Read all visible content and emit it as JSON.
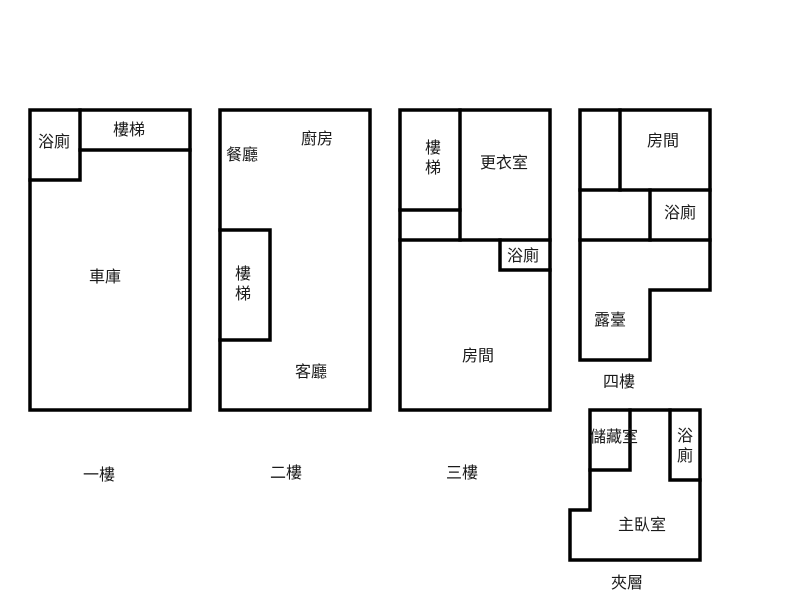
{
  "colors": {
    "wall": "#000000",
    "text": "#1a1a1a",
    "background": "#ffffff"
  },
  "floors": {
    "f1": {
      "label": "一樓",
      "rooms": {
        "bath": "浴廁",
        "stairs": "樓梯",
        "garage": "車庫"
      }
    },
    "f2": {
      "label": "二樓",
      "rooms": {
        "dining": "餐廳",
        "kitchen": "廚房",
        "stairs": "樓梯",
        "living": "客廳"
      }
    },
    "f3": {
      "label": "三樓",
      "rooms": {
        "stairs": "樓梯",
        "dressing": "更衣室",
        "bath": "浴廁",
        "room": "房間"
      }
    },
    "f4": {
      "label": "四樓",
      "rooms": {
        "room": "房間",
        "bath": "浴廁",
        "terrace": "露臺"
      }
    },
    "mezz": {
      "label": "夾層",
      "rooms": {
        "storage": "儲藏室",
        "bath": "浴廁",
        "master": "主臥室"
      }
    }
  }
}
